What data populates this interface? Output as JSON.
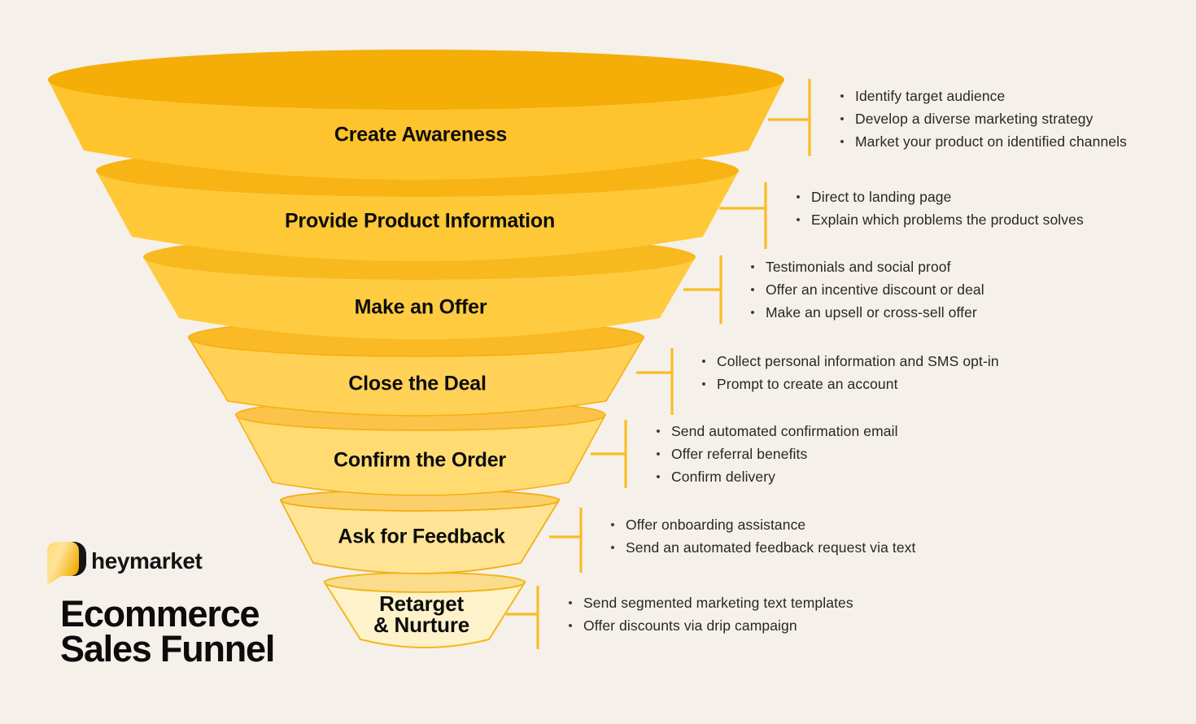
{
  "page": {
    "background": "#F5F0EA",
    "text_color": "#272727"
  },
  "brand": {
    "logo_text": "heymarket",
    "logo_icon": "speech-bubble-icon",
    "logo_yellow": "#F9BC18",
    "logo_black": "#151515",
    "title_line1": "Ecommerce",
    "title_line2": "Sales Funnel"
  },
  "funnel": {
    "connector_color": "#F9BD24",
    "stages": [
      {
        "label": "Create Awareness",
        "top_color": "#F4AE07",
        "body_color": "#FFC42D",
        "stroke_color": "none",
        "bullets": [
          "Identify target audience",
          "Develop a diverse marketing strategy",
          "Market your product on identified channels"
        ]
      },
      {
        "label": "Provide Product Information",
        "top_color": "#F7B414",
        "body_color": "#FFC836",
        "stroke_color": "none",
        "bullets": [
          "Direct to  landing page",
          "Explain which problems the product solves"
        ]
      },
      {
        "label": "Make an Offer",
        "top_color": "#F8B91F",
        "body_color": "#FFCC41",
        "stroke_color": "none",
        "bullets": [
          "Testimonials and social proof",
          "Offer an incentive discount or deal",
          "Make an upsell or cross-sell offer"
        ]
      },
      {
        "label": "Close the Deal",
        "top_color": "#FABA25",
        "body_color": "#FFD156",
        "stroke_color": "#F5B011",
        "bullets": [
          "Collect personal information and SMS opt-in",
          "Prompt to create an account"
        ]
      },
      {
        "label": "Confirm the Order",
        "top_color": "#FCC34A",
        "body_color": "#FFDB72",
        "stroke_color": "#F5B013",
        "bullets": [
          "Send automated confirmation email",
          "Offer referral benefits",
          "Confirm delivery"
        ]
      },
      {
        "label": "Ask for Feedback",
        "top_color": "#FBD06B",
        "body_color": "#FFE495",
        "stroke_color": "#F3AE13",
        "bullets": [
          "Offer onboarding assistance",
          "Send an automated feedback request via text"
        ]
      },
      {
        "label": "Retarget",
        "label_line2": "& Nurture",
        "top_color": "#FADC8C",
        "body_color": "#FDF2CA",
        "stroke_color": "#F4B71F",
        "bullets": [
          "Send segmented marketing text templates",
          "Offer discounts via drip campaign"
        ]
      }
    ]
  }
}
